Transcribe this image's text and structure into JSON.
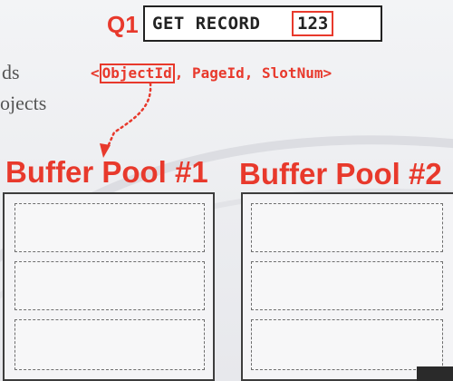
{
  "query": {
    "label": "Q1",
    "command": "GET RECORD",
    "record_id": "123"
  },
  "bullet_fragments": [
    "ds",
    "ojects"
  ],
  "record_tuple": {
    "open": "<",
    "object_id": "ObjectId",
    "rest": ", PageId, SlotNum>"
  },
  "buffer_pools": [
    {
      "title": "Buffer Pool #1",
      "frame_count": 3
    },
    {
      "title": "Buffer Pool #2",
      "frame_count": 3
    }
  ],
  "colors": {
    "accent": "#e8392c",
    "border": "#3d3d3d",
    "background": "#ecedf0"
  }
}
